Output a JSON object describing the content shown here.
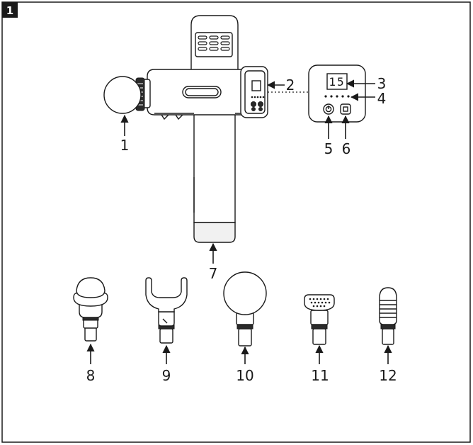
{
  "figure": {
    "badge": "1",
    "display_value": "15"
  },
  "callouts": [
    {
      "id": "c1",
      "text": "1"
    },
    {
      "id": "c2",
      "text": "2"
    },
    {
      "id": "c3",
      "text": "3"
    },
    {
      "id": "c4",
      "text": "4"
    },
    {
      "id": "c5",
      "text": "5"
    },
    {
      "id": "c6",
      "text": "6"
    },
    {
      "id": "c7",
      "text": "7"
    },
    {
      "id": "c8",
      "text": "8"
    },
    {
      "id": "c9",
      "text": "9"
    },
    {
      "id": "c10",
      "text": "10"
    },
    {
      "id": "c11",
      "text": "11"
    },
    {
      "id": "c12",
      "text": "12"
    }
  ],
  "colors": {
    "line": "#1a1a1a",
    "fill": "#ffffff",
    "light_fill": "#f1f1f1",
    "badge": "#1a1a1a"
  }
}
